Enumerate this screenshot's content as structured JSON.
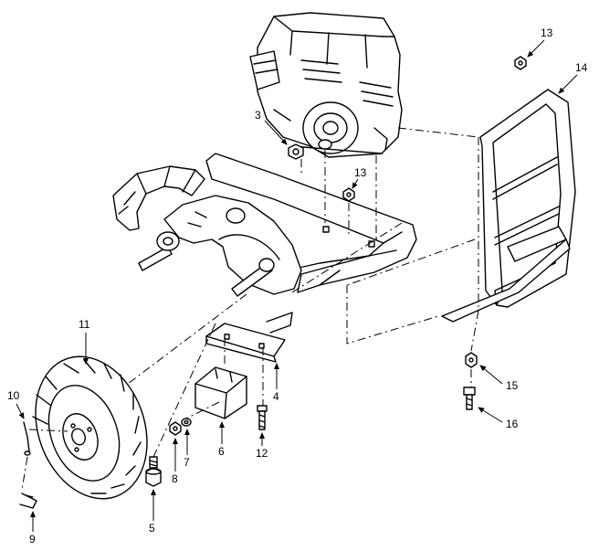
{
  "callouts": {
    "c3": "3",
    "c4": "4",
    "c5": "5",
    "c6": "6",
    "c7": "7",
    "c8": "8",
    "c9": "9",
    "c10": "10",
    "c11": "11",
    "c12": "12",
    "c13_top": "13",
    "c13_mid": "13",
    "c14": "14",
    "c15": "15",
    "c16": "16"
  }
}
